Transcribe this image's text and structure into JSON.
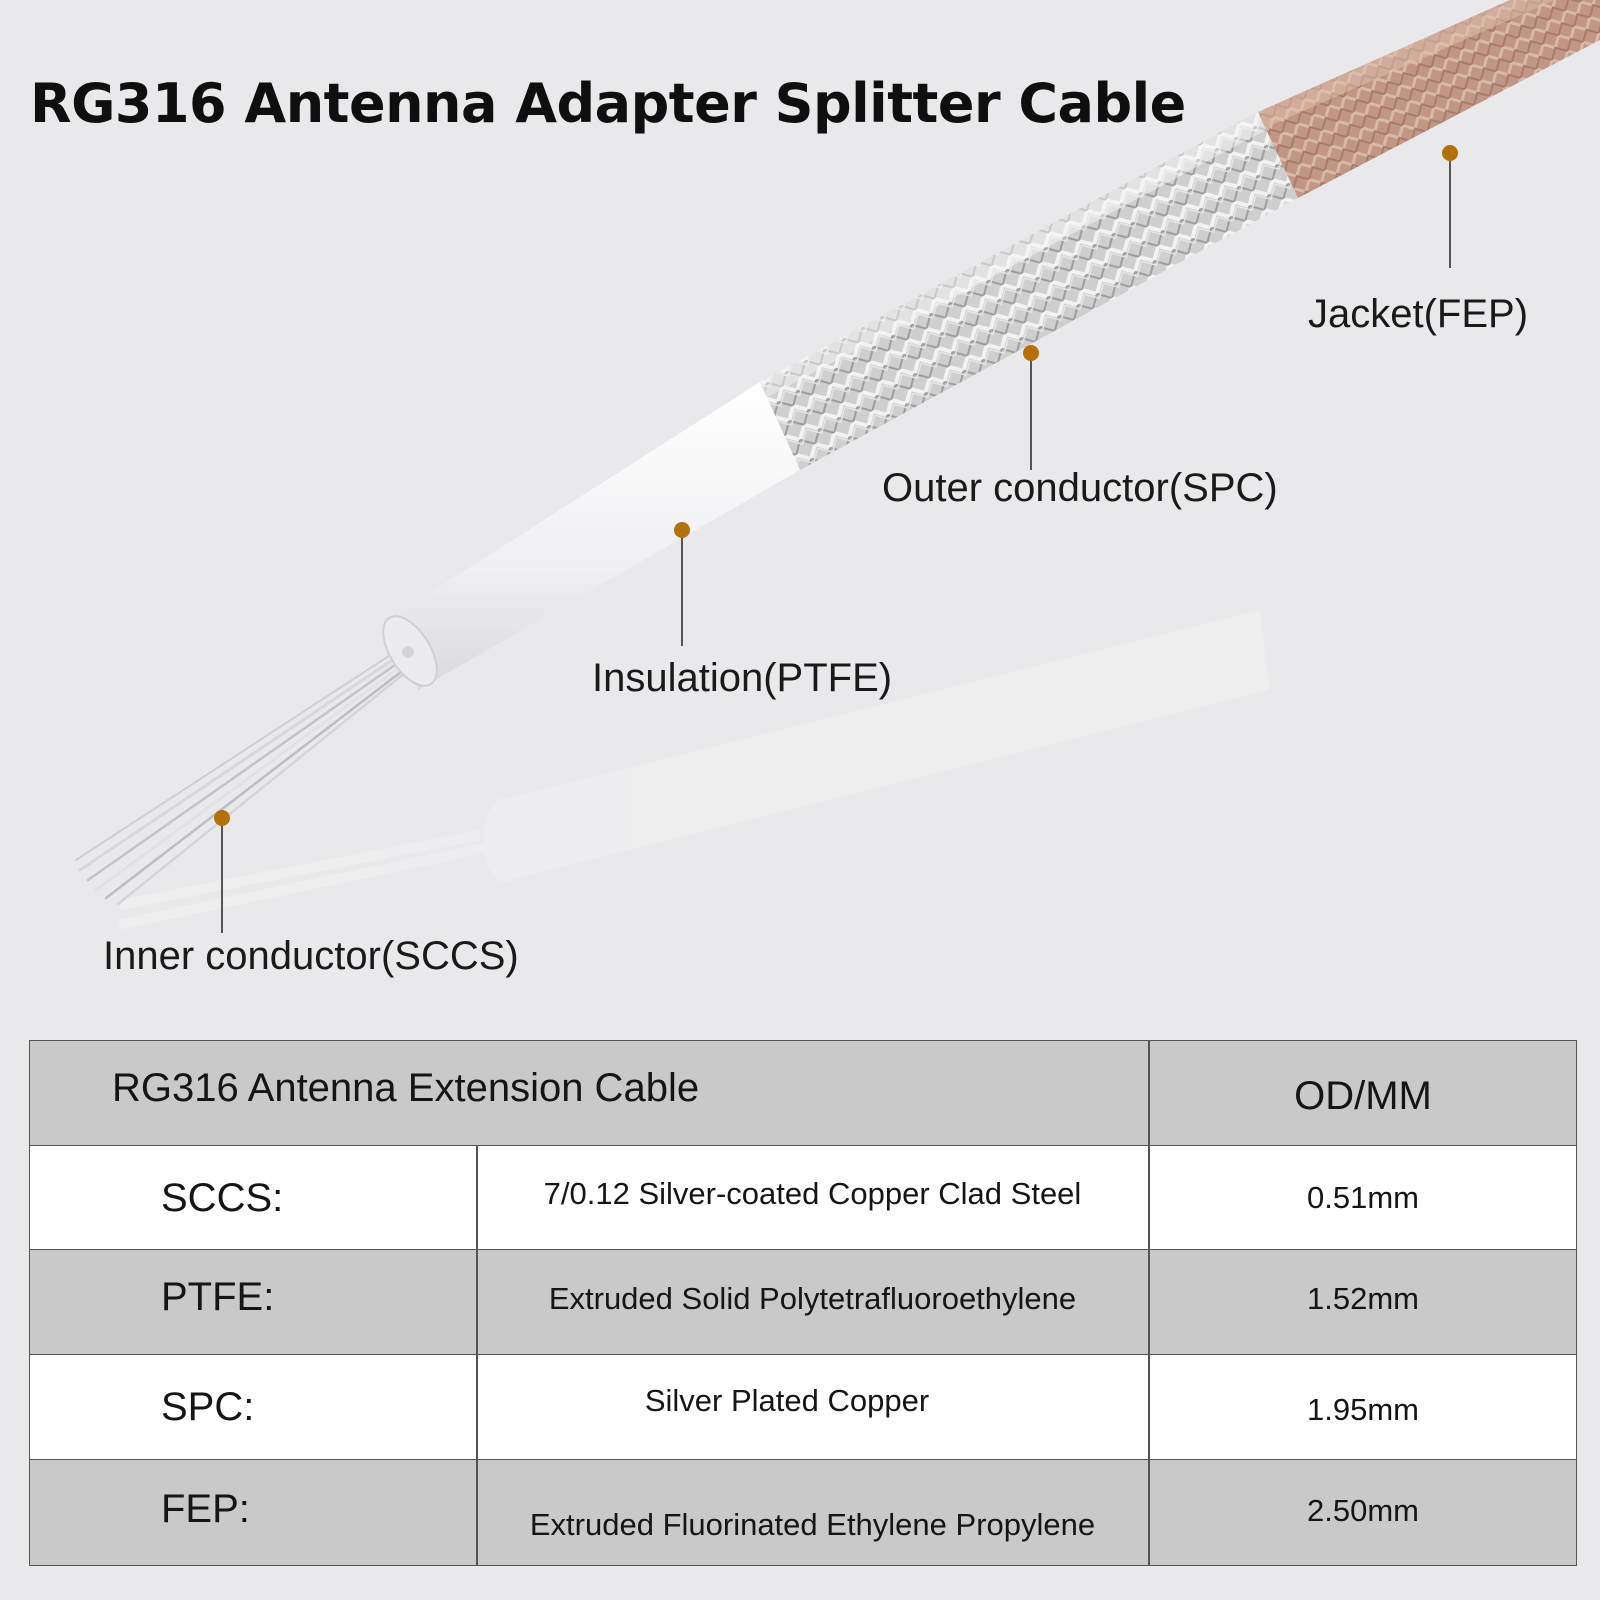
{
  "title": "RG316 Antenna Adapter Splitter Cable",
  "callouts": {
    "jacket": "Jacket(FEP)",
    "outer_conductor": "Outer conductor(SPC)",
    "insulation": "Insulation(PTFE)",
    "inner_conductor": "Inner conductor(SCCS)"
  },
  "colors": {
    "callout_dot": "#b4700a",
    "jacket": "#c49a87",
    "braid": "#d4d4d4",
    "insulation": "#f4f4f6",
    "table_grey": "#c9c9c9"
  },
  "table": {
    "header": {
      "name": "RG316 Antenna Extension Cable",
      "od": "OD/MM"
    },
    "rows": [
      {
        "code": "SCCS:",
        "description": "7/0.12 Silver-coated Copper Clad Steel",
        "od": "0.51mm"
      },
      {
        "code": "PTFE:",
        "description": "Extruded Solid Polytetrafluoroethylene",
        "od": "1.52mm"
      },
      {
        "code": "SPC:",
        "description": "Silver Plated Copper",
        "od": "1.95mm"
      },
      {
        "code": "FEP:",
        "description": "Extruded Fluorinated Ethylene Propylene",
        "od": "2.50mm"
      }
    ]
  }
}
